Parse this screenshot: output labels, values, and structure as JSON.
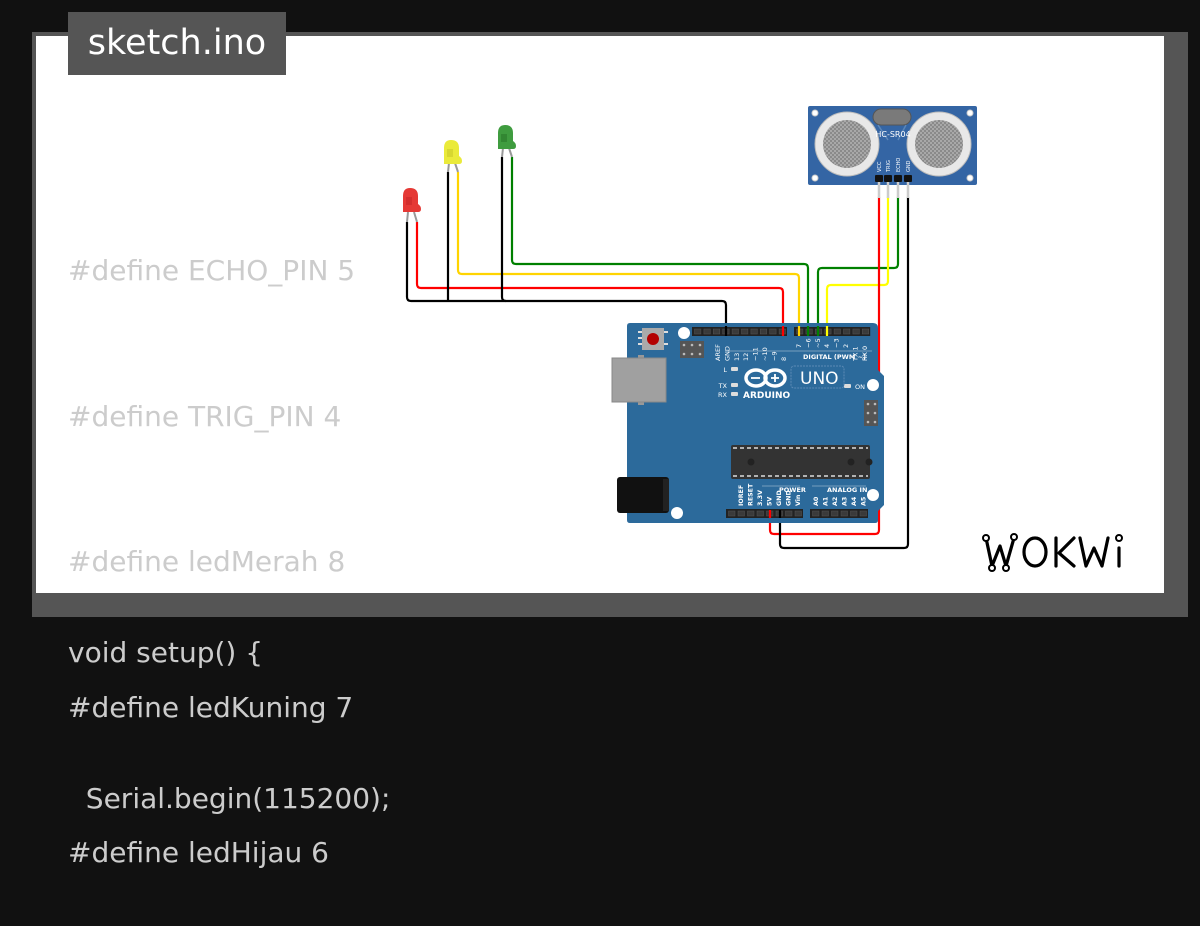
{
  "title": "sketch.ino",
  "code_lines": [
    "#define ECHO_PIN 5",
    "#define TRIG_PIN 4",
    "#define ledMerah 8",
    "#define ledKuning 7",
    "#define ledHijau 6"
  ],
  "code_bottom_lines": [
    "void setup() {",
    "  Serial.begin(115200);"
  ],
  "brand": "WOKWi",
  "components": {
    "leds": [
      {
        "name": "red",
        "color": "#e53935"
      },
      {
        "name": "yellow",
        "color": "#e8e23a"
      },
      {
        "name": "green",
        "color": "#3a9a3a"
      }
    ],
    "sensor": {
      "label": "HC-SR04",
      "pins": [
        "VCC",
        "TRIG",
        "ECHO",
        "GND"
      ]
    },
    "arduino": {
      "model": "UNO",
      "brand": "ARDUINO",
      "digital_label": "DIGITAL (PWM ~)",
      "digital_pins_left": [
        "AREF",
        "GND",
        "13",
        "12",
        "~11",
        "~10",
        "~9",
        "8"
      ],
      "digital_pins_right": [
        "7",
        "~6",
        "~5",
        "4",
        "~3",
        "2",
        "TX 1",
        "RX 0"
      ],
      "power_label": "POWER",
      "power_pins": [
        "IOREF",
        "RESET",
        "3.3V",
        "5V",
        "GND",
        "GND",
        "Vin"
      ],
      "analog_label": "ANALOG IN",
      "analog_pins": [
        "A0",
        "A1",
        "A2",
        "A3",
        "A4",
        "A5"
      ],
      "leds": [
        "L",
        "TX",
        "RX",
        "ON"
      ]
    }
  },
  "colors": {
    "background": "#111111",
    "frame": "#555555",
    "code_text": "#cccccc",
    "board_blue": "#2c6a9b",
    "wire_red": "#ff0000",
    "wire_yellow": "#ffd400",
    "wire_green": "#008000",
    "wire_black": "#000000"
  }
}
